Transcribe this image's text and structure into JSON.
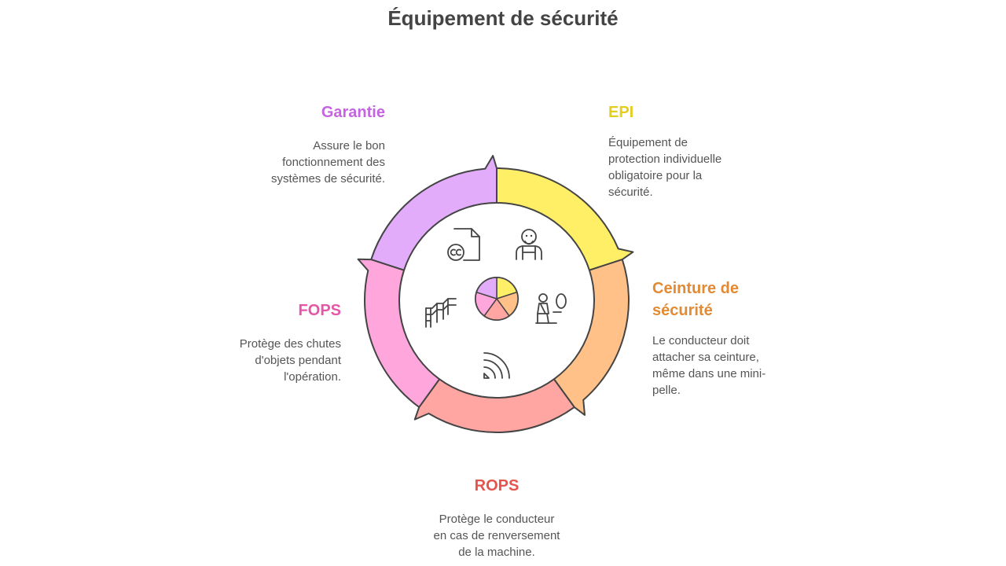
{
  "title": "Équipement de sécurité",
  "colors": {
    "garantie": "#C464E0",
    "epi": "#E3CE1E",
    "ceinture": "#E38A32",
    "rops": "#E4554F",
    "fops": "#E456A6",
    "seg_garantie": "#E2ACFA",
    "seg_epi": "#FFEF66",
    "seg_ceinture": "#FFC187",
    "seg_rops": "#FFA6A2",
    "seg_fops": "#FFA6DC",
    "stroke": "#444444"
  },
  "items": {
    "garantie": {
      "label": "Garantie",
      "desc_lines": [
        "Assure le bon",
        "fonctionnement des",
        "systèmes de sécurité."
      ],
      "icon": "certificate-document-icon"
    },
    "epi": {
      "label": "EPI",
      "desc_lines": [
        "Équipement de",
        "protection individuelle",
        "obligatoire pour la",
        "sécurité."
      ],
      "icon": "worker-icon"
    },
    "ceinture": {
      "label_lines": [
        "Ceinture de",
        "sécurité"
      ],
      "desc_lines": [
        "Le conducteur doit",
        "attacher sa ceinture,",
        "même dans une mini-",
        "pelle."
      ],
      "icon": "seated-person-icon"
    },
    "rops": {
      "label": "ROPS",
      "desc_lines": [
        "Protège le conducteur",
        "en cas de renversement",
        "de la machine."
      ],
      "icon": "signal-icon"
    },
    "fops": {
      "label": "FOPS",
      "desc_lines": [
        "Protège des chutes",
        "d'objets pendant",
        "l'opération."
      ],
      "icon": "stairs-icon"
    }
  }
}
